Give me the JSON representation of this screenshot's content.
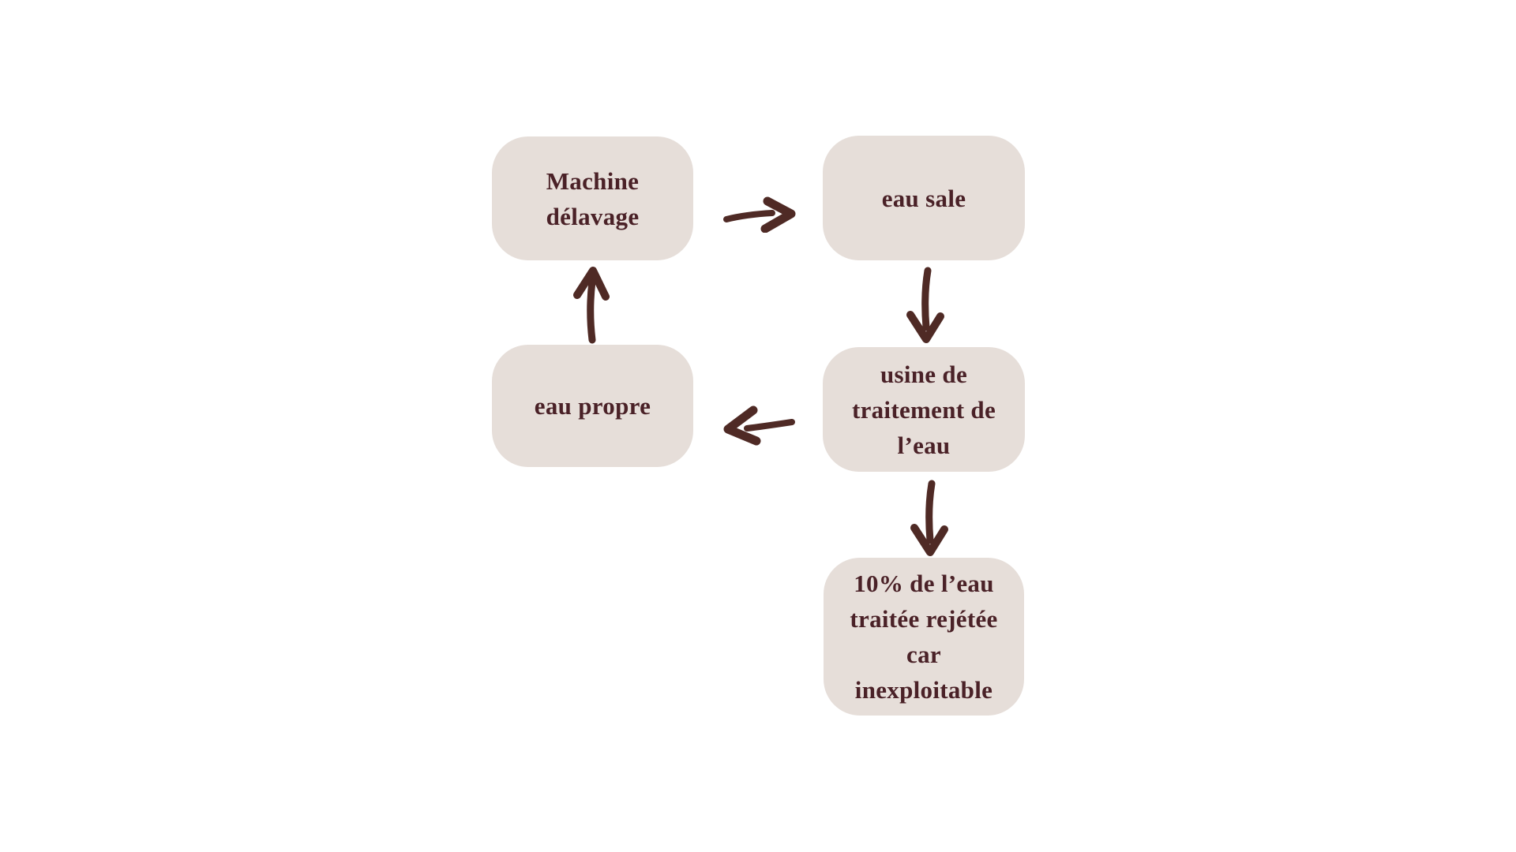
{
  "colors": {
    "background": "#ffffff",
    "node_fill": "#e6ded9",
    "node_text": "#4a2127",
    "arrow": "#4f2a25"
  },
  "nodes": [
    {
      "id": "machine-delavage",
      "label": "Machine délavage",
      "lines": [
        "Machine",
        "délavage"
      ]
    },
    {
      "id": "eau-sale",
      "label": "eau sale",
      "lines": [
        "eau sale"
      ]
    },
    {
      "id": "eau-propre",
      "label": "eau propre",
      "lines": [
        "eau propre"
      ]
    },
    {
      "id": "usine-traitement",
      "label": "usine de traitement de l’eau",
      "lines": [
        "usine de",
        "traitement de",
        "l’eau"
      ]
    },
    {
      "id": "eau-rejetee",
      "label": "10% de l’eau traitée rejétée car inexploitable",
      "lines": [
        "10% de l’eau",
        "traitée rejétée",
        "car",
        "inexploitable"
      ]
    }
  ],
  "edges": [
    {
      "from": "machine-delavage",
      "to": "eau-sale",
      "direction": "right",
      "icon": "arrow-right-icon"
    },
    {
      "from": "eau-sale",
      "to": "usine-traitement",
      "direction": "down",
      "icon": "arrow-down-icon"
    },
    {
      "from": "usine-traitement",
      "to": "eau-propre",
      "direction": "left",
      "icon": "arrow-left-icon"
    },
    {
      "from": "eau-propre",
      "to": "machine-delavage",
      "direction": "up",
      "icon": "arrow-up-icon"
    },
    {
      "from": "usine-traitement",
      "to": "eau-rejetee",
      "direction": "down",
      "icon": "arrow-down-icon"
    }
  ]
}
